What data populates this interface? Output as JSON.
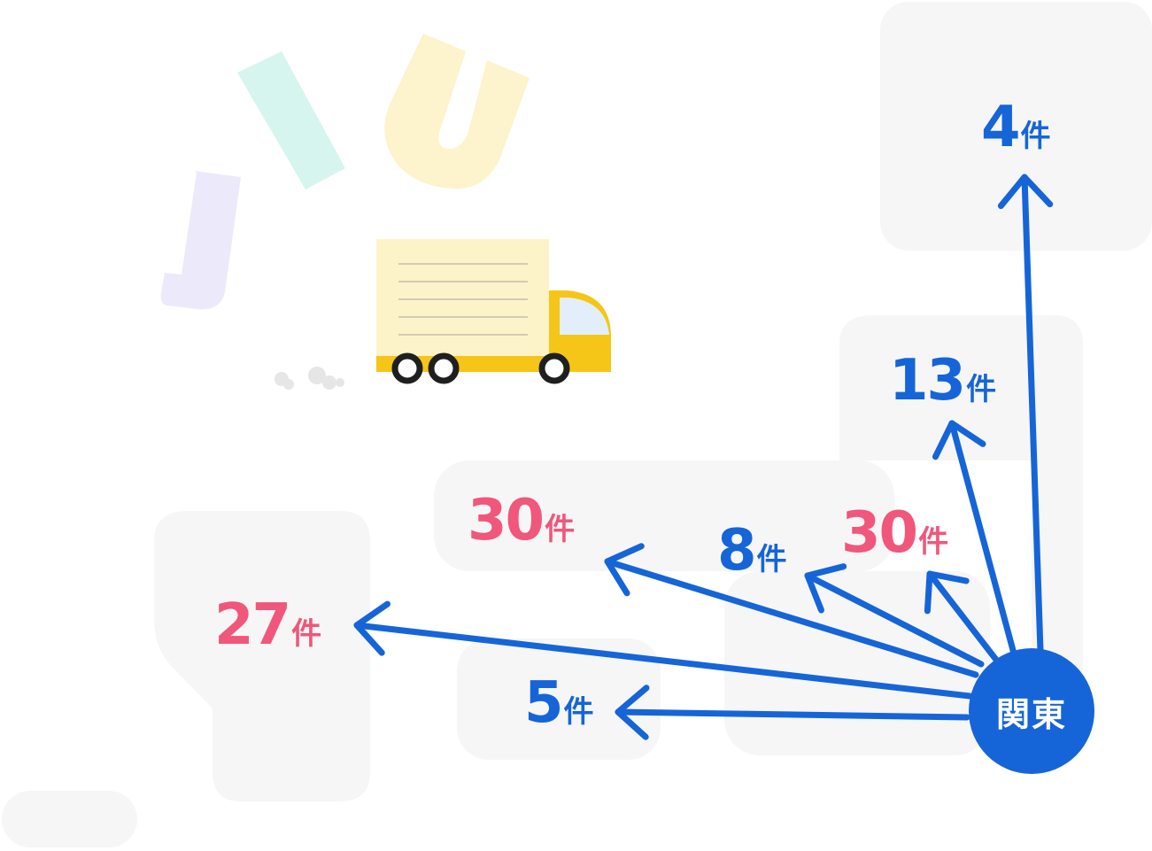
{
  "colors": {
    "blue": "#1565d8",
    "pink": "#f0577a",
    "region_fill": "#f6f6f7",
    "white": "#ffffff"
  },
  "hub": {
    "label": "関東"
  },
  "unit": "件",
  "flows": [
    {
      "id": "north-top",
      "count": "4",
      "color": "pink_or_blue",
      "tone": "blue"
    },
    {
      "id": "north-mid",
      "count": "13",
      "tone": "blue"
    },
    {
      "id": "center-east",
      "count": "30",
      "tone": "pink"
    },
    {
      "id": "center-mid",
      "count": "8",
      "tone": "blue"
    },
    {
      "id": "center-west",
      "count": "30",
      "tone": "pink"
    },
    {
      "id": "west-far",
      "count": "27",
      "tone": "pink"
    },
    {
      "id": "south-west",
      "count": "5",
      "tone": "blue"
    }
  ],
  "decor": {
    "letter_colors": [
      "#ece9fb",
      "#d6f5ee",
      "#fdf3cc"
    ],
    "truck": {
      "cargo": "#fdf3c9",
      "cab": "#f5c518",
      "window": "#e2effb",
      "wheel": "#1f1f1f"
    }
  }
}
